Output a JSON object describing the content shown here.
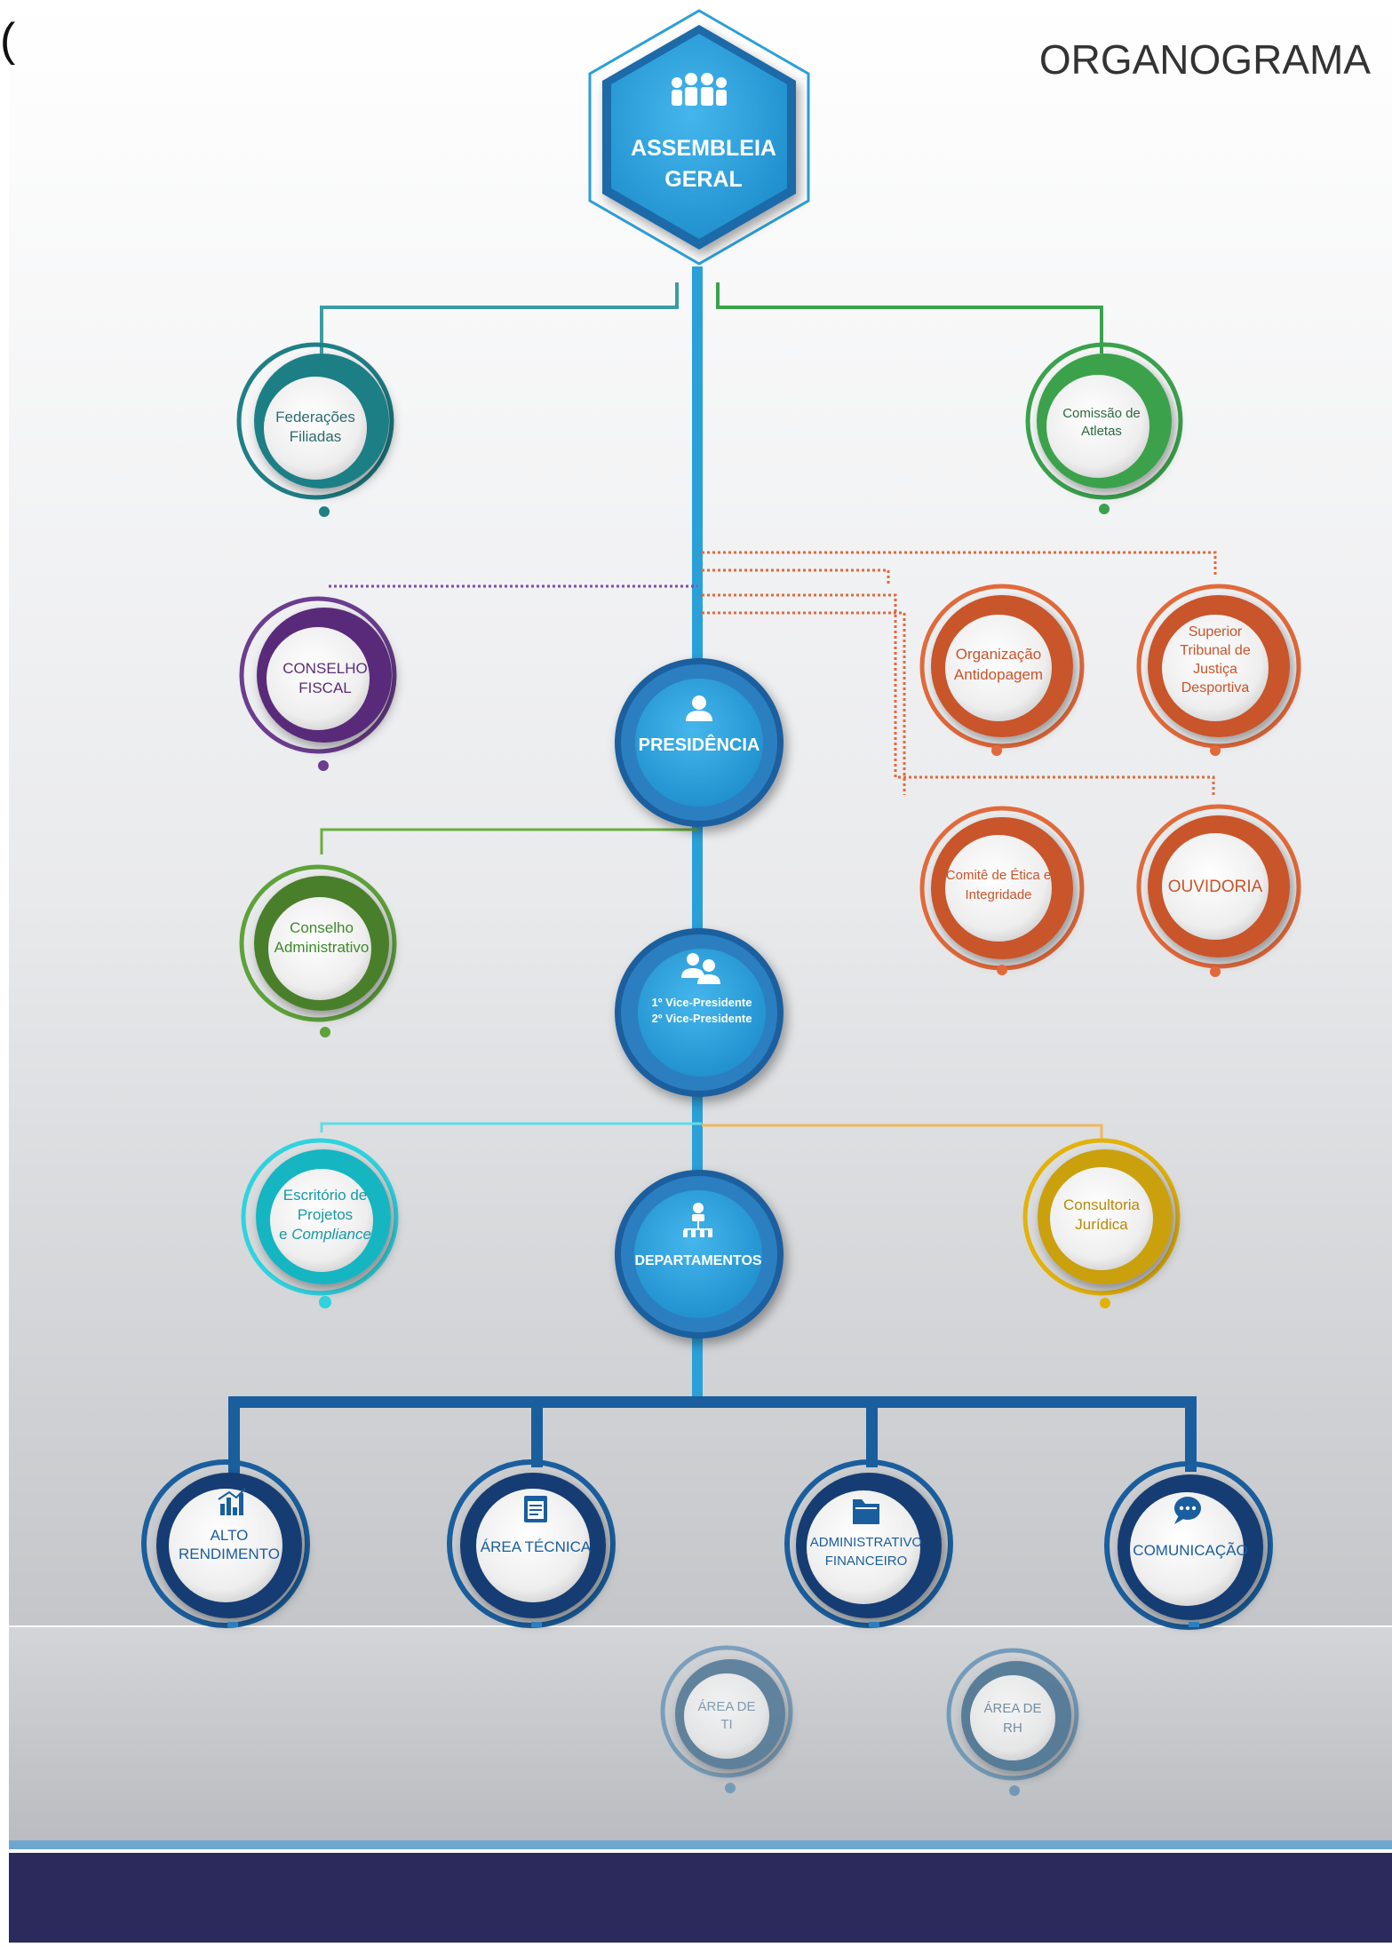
{
  "corner_fragment": "(",
  "page_title": "ORGANOGRAMA",
  "colors": {
    "primary_blue": "#2b9fd8",
    "navy_line": "#1a5e9e",
    "teal": "#1f7f86",
    "green": "#3aa24c",
    "purple": "#6c3d8f",
    "orange": "#e2693a",
    "olive_green": "#5ea23a",
    "cyan": "#2ed3df",
    "gold": "#e2b20a",
    "dark_navy_band": "#2c2a5c"
  },
  "assembleia": {
    "icon": "people-group-icon",
    "line1": "ASSEMBLEIA",
    "line2": "GERAL"
  },
  "federacoes": {
    "line1": "Federações",
    "line2": "Filiadas"
  },
  "comissao": {
    "line1": "Comissão de",
    "line2": "Atletas"
  },
  "conselho_fiscal": {
    "line1": "CONSELHO",
    "line2": "FISCAL"
  },
  "presidencia": {
    "icon": "person-icon",
    "label": "PRESIDÊNCIA"
  },
  "organizacao": {
    "line1": "Organização",
    "line2": "Antidopagem"
  },
  "superior": {
    "line1": "Superior",
    "line2": "Tribunal de",
    "line3": "Justiça",
    "line4": "Desportiva"
  },
  "comite": {
    "line1": "Comitê de Ética e",
    "line2": "Integridade"
  },
  "ouvidoria": {
    "label": "OUVIDORIA"
  },
  "conselho_admin": {
    "line1": "Conselho",
    "line2": "Administrativo"
  },
  "vice": {
    "icon": "two-people-icon",
    "line1": "1º Vice-Presidente",
    "line2": "2º Vice-Presidente"
  },
  "escritorio": {
    "line1": "Escritório de",
    "line2": "Projetos",
    "line3": "e ",
    "line3_italic": "Compliance"
  },
  "departamentos": {
    "icon": "hierarchy-icon",
    "label": "DEPARTAMENTOS"
  },
  "consultoria": {
    "line1": "Consultoria",
    "line2": "Jurídica"
  },
  "alto_rendimento": {
    "icon": "bar-chart-icon",
    "line1": "ALTO",
    "line2": "RENDIMENTO"
  },
  "area_tecnica": {
    "icon": "clipboard-icon",
    "label": "ÁREA TÉCNICA"
  },
  "adm_financeiro": {
    "icon": "folder-icon",
    "line1": "ADMINISTRATIVO",
    "line2": "FINANCEIRO"
  },
  "comunicacao": {
    "icon": "chat-bubble-icon",
    "label": "COMUNICAÇÃO"
  },
  "area_ti": {
    "line1": "ÁREA DE",
    "line2": "TI"
  },
  "area_rh": {
    "line1": "ÁREA DE",
    "line2": "RH"
  }
}
